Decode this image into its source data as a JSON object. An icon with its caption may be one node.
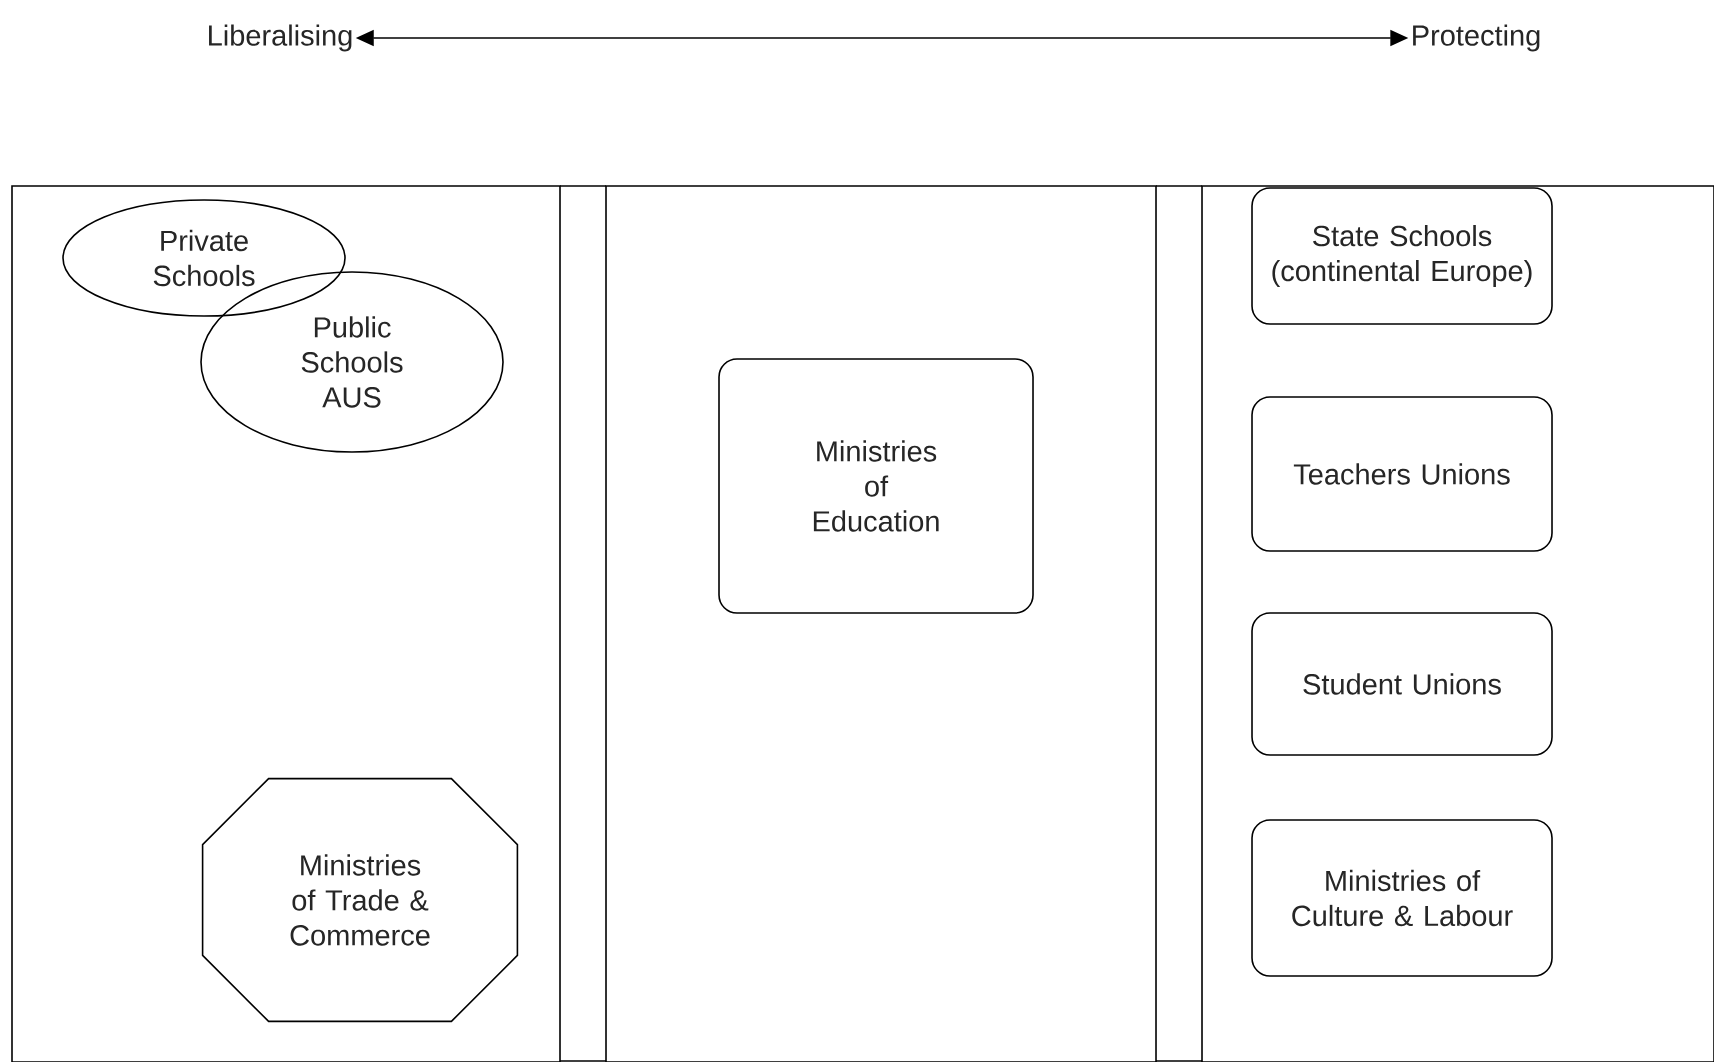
{
  "diagram": {
    "nodes": [
      {
        "text": [
          "Liberalising"
        ]
      },
      {
        "text": [
          "Protecting"
        ]
      },
      {
        "text": [],
        "shape": "box"
      },
      {
        "text": [
          "Private Schools"
        ],
        "in": 2
      },
      {
        "text": [
          "Public Schools AUS"
        ],
        "in": 2
      },
      {
        "text": [
          "Ministries of Trade & Commerce"
        ],
        "in": 2
      },
      {
        "text": [],
        "shape": "box"
      },
      {
        "text": [
          "Ministries of Education"
        ],
        "in": 6
      },
      {
        "text": [],
        "shape": "box"
      },
      {
        "text": [
          "State Schools (continental Europe)"
        ],
        "in": 8
      },
      {
        "text": [
          "Teachers Unions"
        ],
        "in": 8
      },
      {
        "text": [
          "Student Unions"
        ],
        "in": 8
      },
      {
        "text": [
          "Ministries of Culture & Labour"
        ],
        "in": 8
      }
    ],
    "edges": [
      {
        "from": 0,
        "to": 1,
        "arrow": "both"
      }
    ]
  }
}
